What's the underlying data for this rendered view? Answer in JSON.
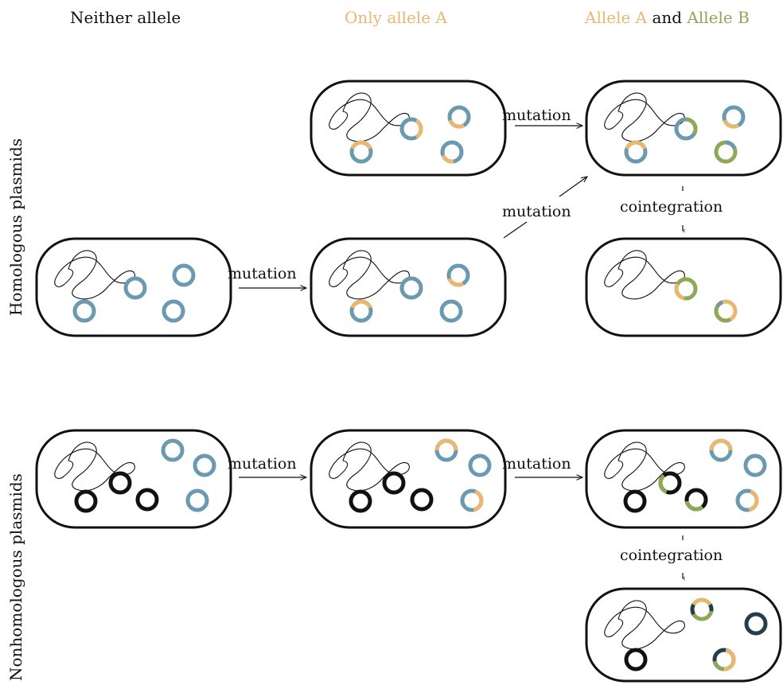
{
  "headers": {
    "neither": "Neither allele",
    "only_a": "Only allele A",
    "allele_a": "Allele A",
    "and_word": "and",
    "allele_b": "Allele B"
  },
  "rows": {
    "homologous": "Homologous plasmids",
    "nonhomologous": "Nonhomologous plasmids"
  },
  "arrows": {
    "mutation": "mutation",
    "cointegration": "cointegration"
  },
  "colors": {
    "plasmid_blue": "#6a9ab0",
    "allele_a": "#e8b872",
    "allele_b": "#8fa858",
    "black_plasmid": "#111111",
    "dark_teal_plasmid": "#243f4c",
    "outline": "#111111"
  }
}
